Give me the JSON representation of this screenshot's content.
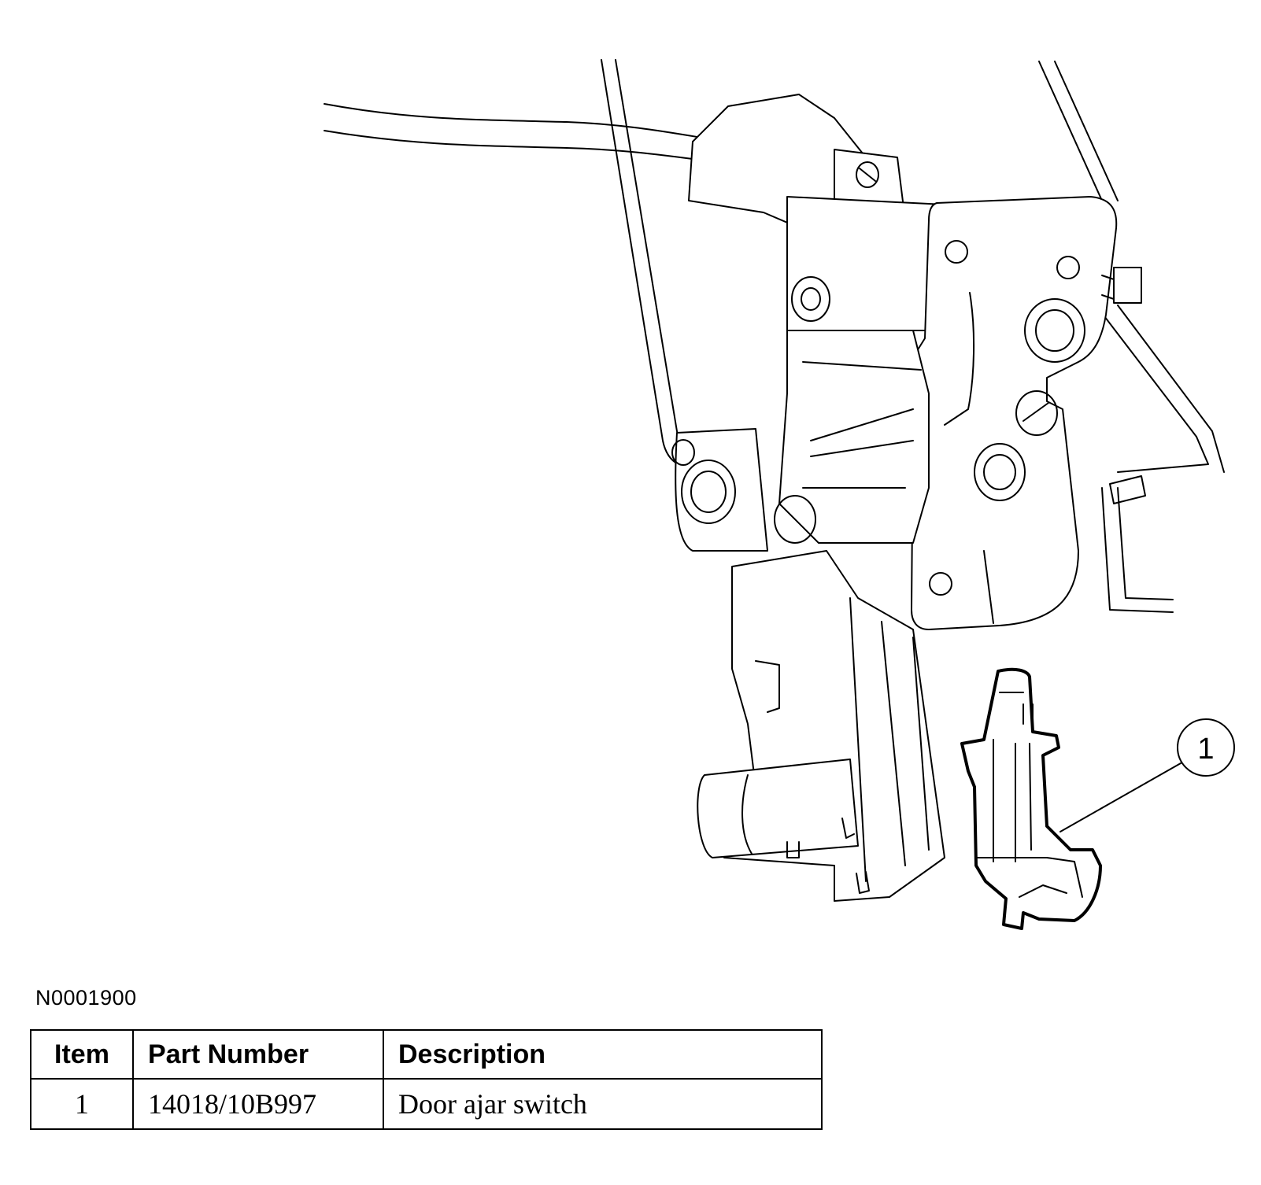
{
  "figure": {
    "code": "N0001900",
    "callouts": [
      {
        "label": "1",
        "target": "Door ajar switch"
      }
    ]
  },
  "parts_table": {
    "headers": {
      "item": "Item",
      "part_number": "Part Number",
      "description": "Description"
    },
    "rows": [
      {
        "item": "1",
        "part_number": "14018/10B997",
        "description": "Door ajar switch"
      }
    ]
  }
}
